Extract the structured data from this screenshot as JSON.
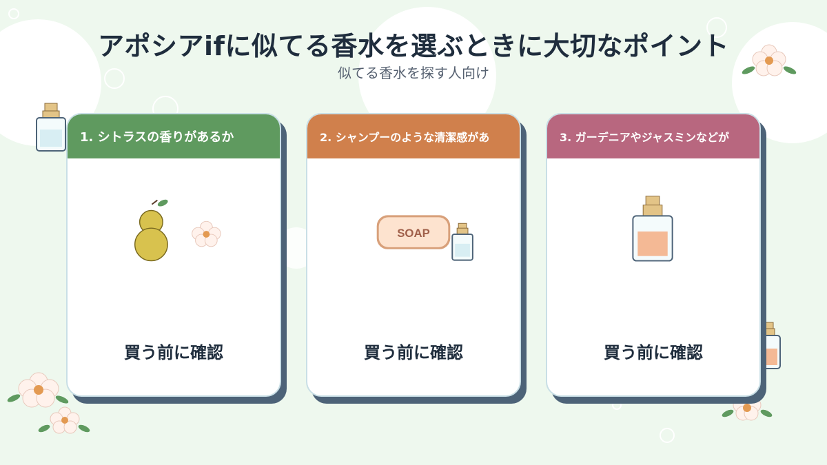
{
  "title": "アポシアifに似てる香水を選ぶときに大切なポイント",
  "subtitle": "似てる香水を探す人向け",
  "cards": [
    {
      "header": "1. シトラスの香りがあるか",
      "footer": "買う前に確認",
      "color": "#5f9a5f"
    },
    {
      "header": "2. シャンプーのような清潔感があ",
      "footer": "買う前に確認",
      "color": "#d0804c"
    },
    {
      "header": "3. ガーデニアやジャスミンなどが",
      "footer": "買う前に確認",
      "color": "#b8677f"
    }
  ],
  "soap_label": "SOAP",
  "icons": [
    "citrus-fruit-icon",
    "flower-icon",
    "soap-bar-icon",
    "perfume-bottle-icon"
  ]
}
